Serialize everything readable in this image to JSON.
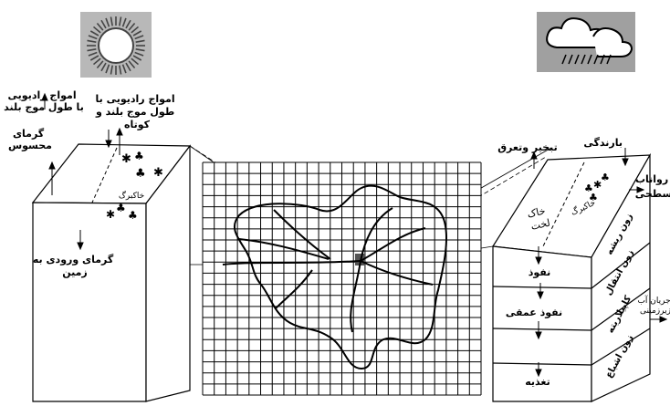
{
  "icons": {
    "sun": "sun-icon",
    "cloud": "rain-cloud-icon",
    "vegetation": "shrub-icon",
    "sun_bg_color": "#b8b8b8",
    "cloud_bg_color": "#a0a0a0"
  },
  "left_block": {
    "long_wave_radiation": [
      "امواج رادیویی",
      "با طول موج بلند"
    ],
    "sensible_heat": [
      "گرمای",
      "محسوس"
    ],
    "long_short_radiation": [
      "امواج رادیویی با",
      "طول موج بلند و",
      "کوتاه"
    ],
    "soil_label": "خاکبرگ",
    "ground_heat": [
      "گرمای ورودی به",
      "زمین"
    ]
  },
  "right_block": {
    "evapotranspiration": "تبخیر وتعرق",
    "precipitation": "بارندگی",
    "runoff": [
      "رواناب",
      "سطحی"
    ],
    "soil_leaf": "خاکبرگ",
    "bare_soil": [
      "خاک",
      "لخت"
    ],
    "zones": [
      "زون ریشه",
      "زون انتقال",
      "کاپیلاریته",
      "زون اشباع"
    ],
    "infiltration": "نفوذ",
    "deep_infiltration": "نفوذ عمقی",
    "recharge": "تغذیه",
    "groundwater_flow": [
      "جریان آب",
      "زیرزمینی"
    ]
  }
}
